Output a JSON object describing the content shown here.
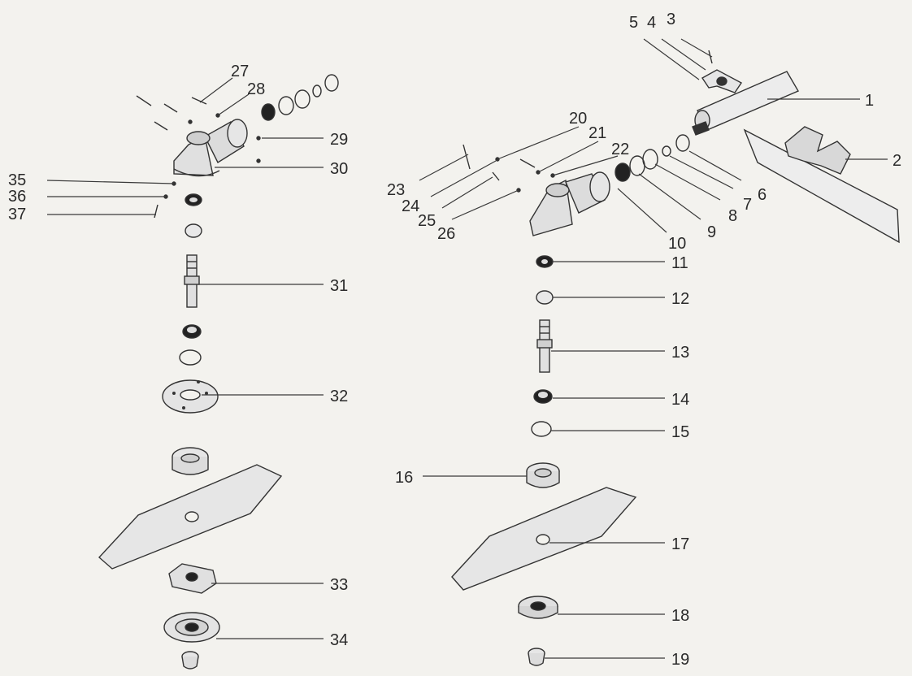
{
  "colors": {
    "background": "#f3f2ee",
    "line": "#3a3a3a",
    "part_fill": "#e4e4e4",
    "part_dark": "#1e1e1e",
    "blade_fill": "#e6e6e6"
  },
  "part_numbers": [
    "1",
    "2",
    "3",
    "4",
    "5",
    "6",
    "7",
    "8",
    "9",
    "10",
    "11",
    "12",
    "13",
    "14",
    "15",
    "16",
    "17",
    "18",
    "19",
    "20",
    "21",
    "22",
    "23",
    "24",
    "25",
    "26",
    "27",
    "28",
    "29",
    "30",
    "31",
    "32",
    "33",
    "34",
    "35",
    "36",
    "37"
  ]
}
